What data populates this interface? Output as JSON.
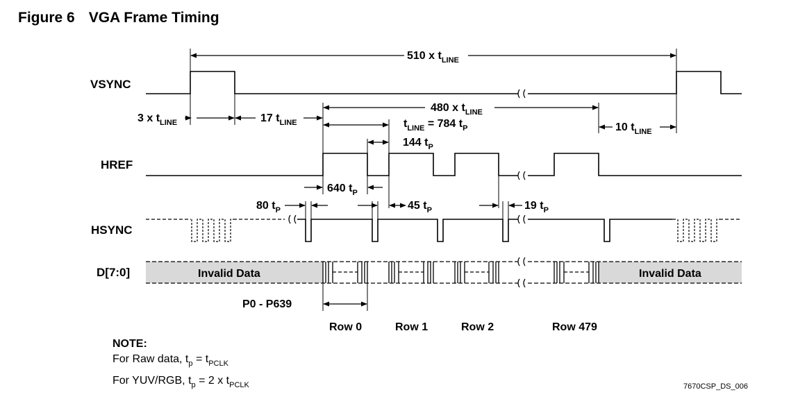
{
  "figure": {
    "number": "Figure 6",
    "title": "VGA Frame Timing"
  },
  "signals": {
    "vsync": "VSYNC",
    "href": "HREF",
    "hsync": "HSYNC",
    "data": "D[7:0]"
  },
  "timing": {
    "frame": {
      "main": "510 x t",
      "sub": "LINE"
    },
    "vsync_pulse": {
      "main": "3 x t",
      "sub": "LINE"
    },
    "back_porch": {
      "main": "17 t",
      "sub": "LINE"
    },
    "active_lines": {
      "main": "480 x t",
      "sub": "LINE"
    },
    "front_porch": {
      "main": "10 t",
      "sub": "LINE"
    },
    "line_t": "t",
    "line_sub": "LINE",
    "line_eq": " = 784 t",
    "line_eq_sub": "P",
    "href_low": {
      "main": "144 t",
      "sub": "P"
    },
    "href_high": {
      "main": "640 t",
      "sub": "P"
    },
    "hsync_a": {
      "main": "80 t",
      "sub": "P"
    },
    "hsync_b": {
      "main": "45 t",
      "sub": "P"
    },
    "hsync_c": {
      "main": "19 t",
      "sub": "P"
    }
  },
  "data_labels": {
    "invalid_left": "Invalid Data",
    "invalid_right": "Invalid Data",
    "pixels": "P0 - P639"
  },
  "rows": [
    "Row 0",
    "Row 1",
    "Row 2",
    "Row 479"
  ],
  "note": {
    "heading": "NOTE:",
    "line1_a": "For Raw data, t",
    "line1_b": "p",
    "line1_c": " = t",
    "line1_d": "PCLK",
    "line2_a": "For YUV/RGB, t",
    "line2_b": "p",
    "line2_c": " = 2 x t",
    "line2_d": "PCLK"
  },
  "doc_id": "7670CSP_DS_006"
}
